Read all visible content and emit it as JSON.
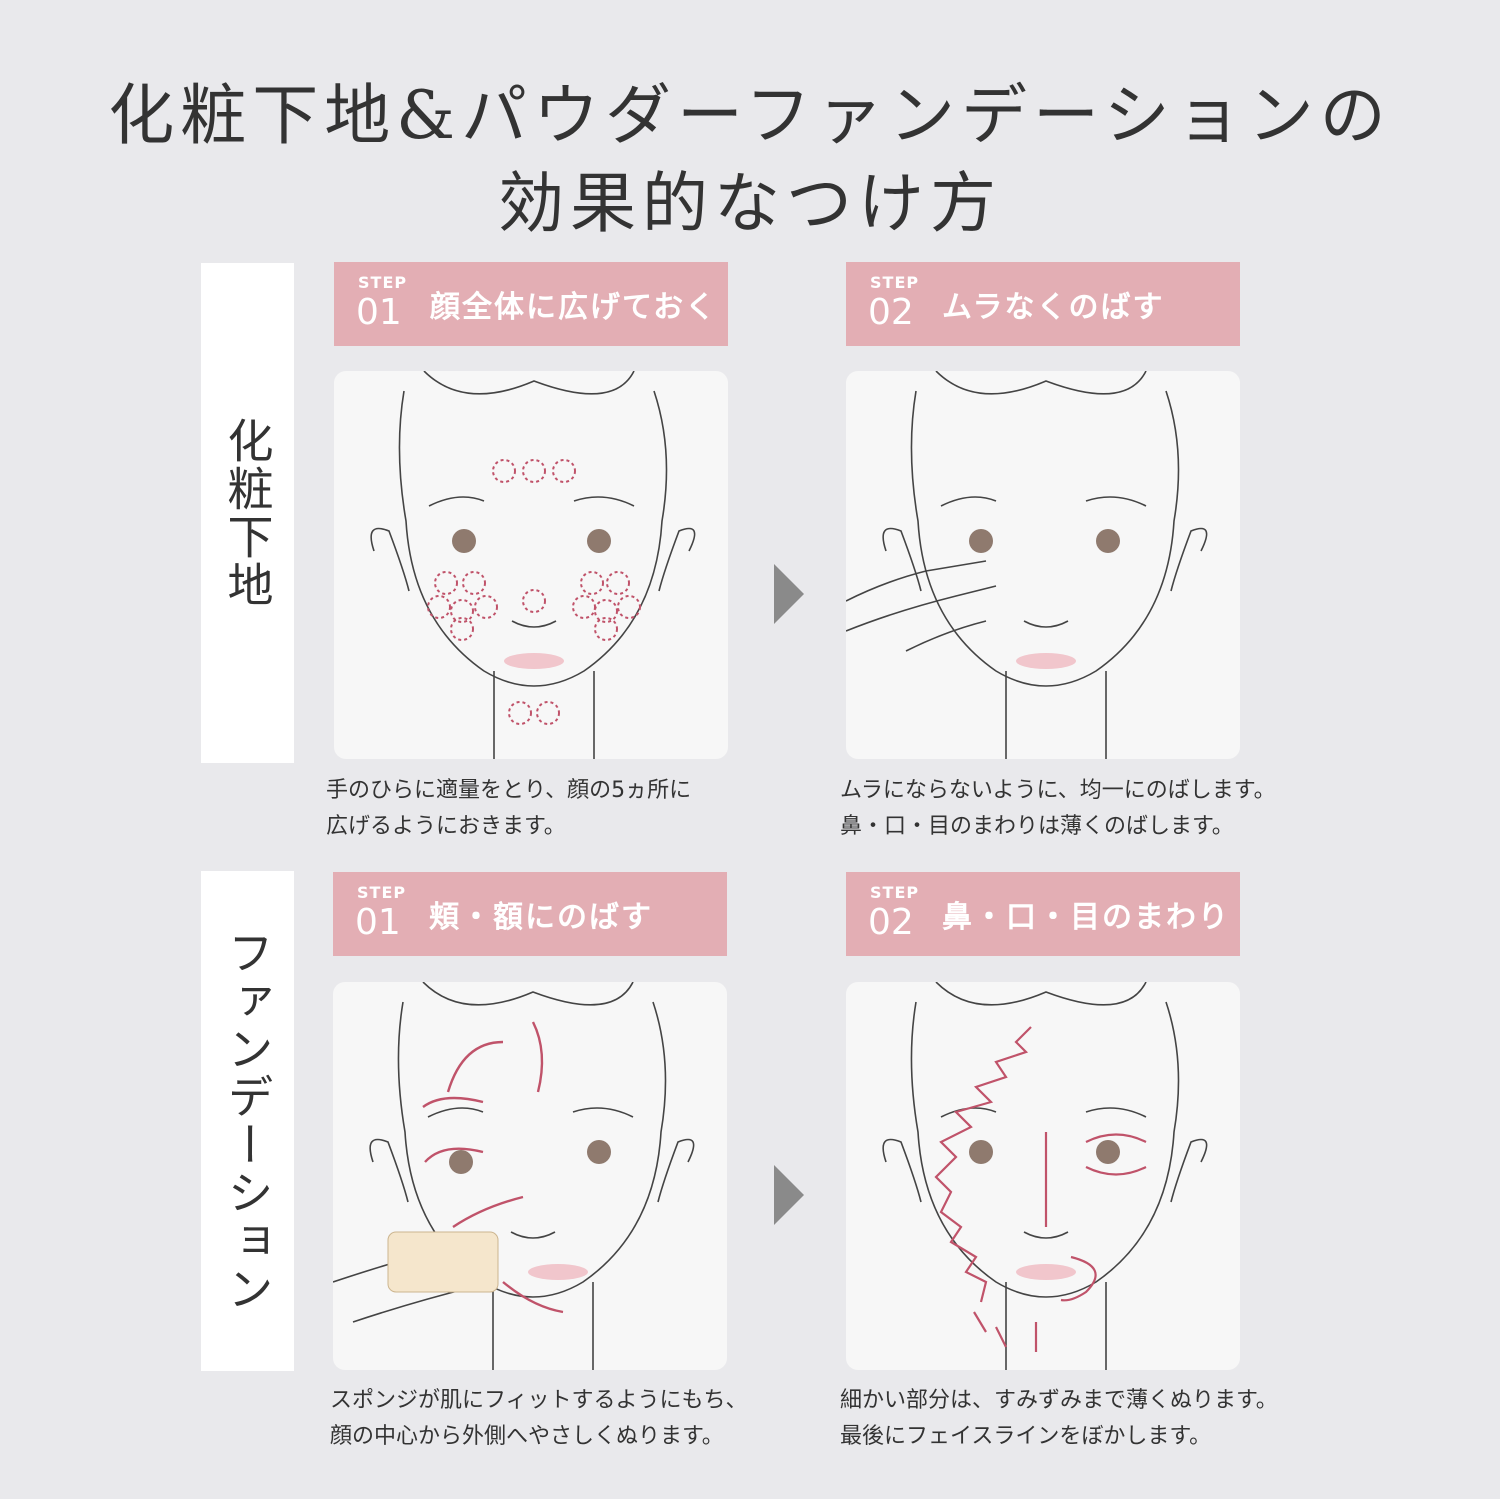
{
  "title": {
    "line1": "化粧下地&パウダーファンデーションの",
    "line2": "効果的なつけ方"
  },
  "sections": [
    {
      "label": "化粧下地",
      "steps": [
        {
          "step_word": "STEP",
          "number": "01",
          "title": "顔全体に広げておく",
          "desc_line1": "手のひらに適量をとり、顔の5ヵ所に",
          "desc_line2": "広げるようにおきます。"
        },
        {
          "step_word": "STEP",
          "number": "02",
          "title": "ムラなくのばす",
          "desc_line1": "ムラにならないように、均一にのばします。",
          "desc_line2": "鼻・口・目のまわりは薄くのばします。"
        }
      ]
    },
    {
      "label": "ファンデーション",
      "steps": [
        {
          "step_word": "STEP",
          "number": "01",
          "title": "頬・額にのばす",
          "desc_line1": "スポンジが肌にフィットするようにもち、",
          "desc_line2": "顔の中心から外側へやさしくぬります。"
        },
        {
          "step_word": "STEP",
          "number": "02",
          "title": "鼻・口・目のまわり",
          "desc_line1": "細かい部分は、すみずみまで薄くぬります。",
          "desc_line2": "最後にフェイスラインをぼかします。"
        }
      ]
    }
  ],
  "colors": {
    "background": "#e9e9ec",
    "step_header": "#e3aeb4",
    "accent_marks": "#c0536a",
    "arrow": "#8a8a8a"
  },
  "icons": [
    "next-arrow-icon"
  ]
}
